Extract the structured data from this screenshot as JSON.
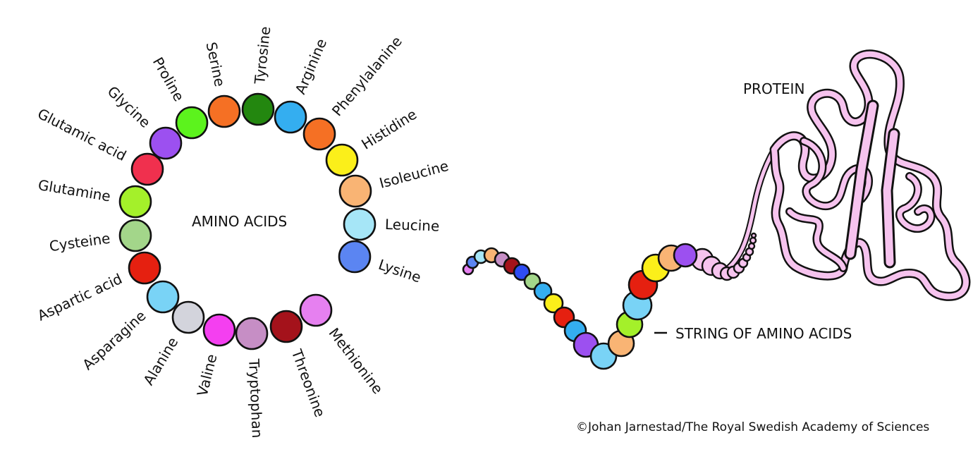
{
  "titles": {
    "amino_acids": "AMINO ACIDS",
    "protein": "PROTEIN",
    "string": "STRING OF AMINO ACIDS"
  },
  "credit": "©Johan Jarnestad/The Royal Swedish Academy of Sciences",
  "colors": {
    "outline": "#111111",
    "protein_fill": "#f6c3ee",
    "background": "#ffffff"
  },
  "amino_acids": [
    {
      "name": "Lysine",
      "color": "#5b85f2"
    },
    {
      "name": "Leucine",
      "color": "#a6e6f7"
    },
    {
      "name": "Isoleucine",
      "color": "#f9b474"
    },
    {
      "name": "Histidine",
      "color": "#fbef1a"
    },
    {
      "name": "Phenylalanine",
      "color": "#f57024"
    },
    {
      "name": "Arginine",
      "color": "#34aef0"
    },
    {
      "name": "Tyrosine",
      "color": "#23870f"
    },
    {
      "name": "Serine",
      "color": "#f57024"
    },
    {
      "name": "Proline",
      "color": "#5cf31d"
    },
    {
      "name": "Glycine",
      "color": "#9c50f0"
    },
    {
      "name": "Glutamic acid",
      "color": "#f0304e"
    },
    {
      "name": "Glutamine",
      "color": "#a4f02a"
    },
    {
      "name": "Cysteine",
      "color": "#a3d68a"
    },
    {
      "name": "Aspartic acid",
      "color": "#e52010"
    },
    {
      "name": "Asparagine",
      "color": "#79d3f6"
    },
    {
      "name": "Alanine",
      "color": "#d3d4dc"
    },
    {
      "name": "Valine",
      "color": "#f43ff0"
    },
    {
      "name": "Tryptophan",
      "color": "#c68ec5"
    },
    {
      "name": "Threonine",
      "color": "#a4121b"
    },
    {
      "name": "Methionine",
      "color": "#e680f0"
    }
  ],
  "string_beads": [
    "#e680f0",
    "#5b85f2",
    "#a6e6f7",
    "#f9b474",
    "#c68ec5",
    "#a4121b",
    "#2e4cf2",
    "#a3d68a",
    "#34aef0",
    "#fbef1a",
    "#e52010",
    "#34aef0",
    "#9c50f0",
    "#79d3f6",
    "#f9b474",
    "#a4f02a",
    "#79d3f6",
    "#e52010",
    "#fbef1a",
    "#f9b474",
    "#9c50f0"
  ]
}
